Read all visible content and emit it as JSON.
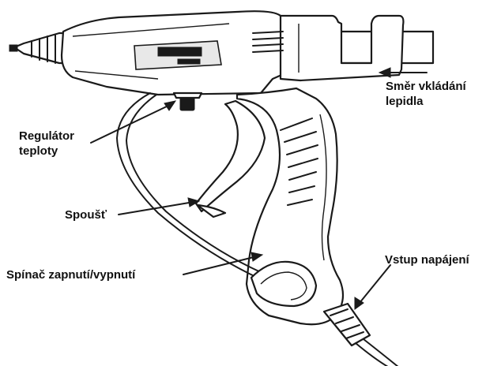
{
  "labels": {
    "direction": [
      "Směr vkládání",
      "lepidla"
    ],
    "regulator": [
      "Regulátor",
      "teploty"
    ],
    "trigger": "Spoušť",
    "switch": "Spínač zapnutí/vypnutí",
    "power": "Vstup napájení"
  },
  "icons": {
    "arrow": "filled-arrow-icon"
  }
}
